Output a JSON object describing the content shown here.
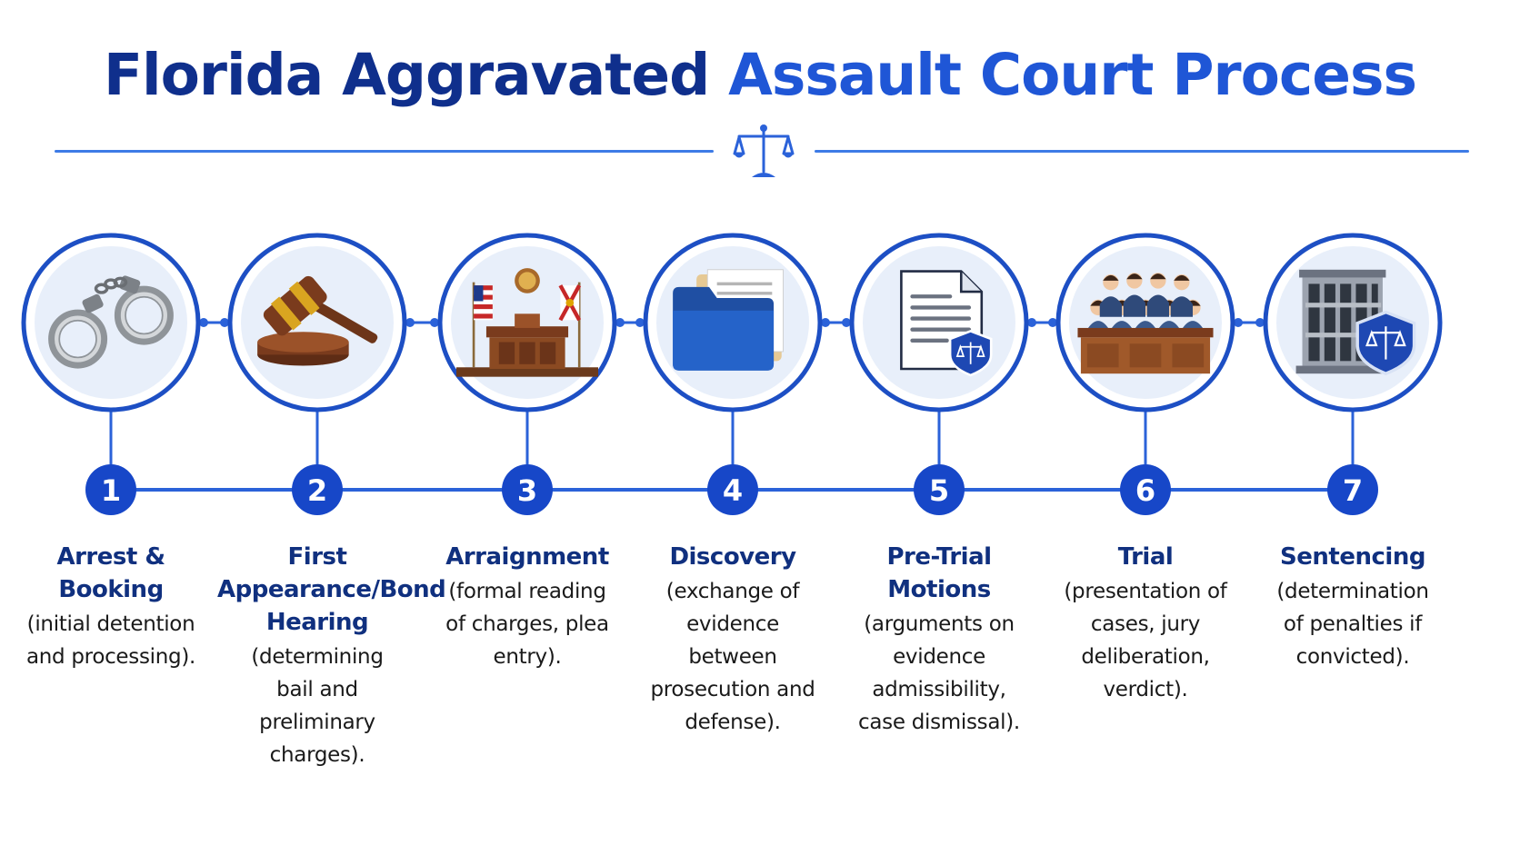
{
  "title": {
    "part1": "Florida Aggravated ",
    "part2": "Assault Court Process"
  },
  "title_icon": "scales-of-justice-icon",
  "colors": {
    "navy": "#0f2f8c",
    "blue": "#1f56d6",
    "line": "#2b62d9",
    "badge": "#1747c8",
    "ring_fill": "#e8effa"
  },
  "steps": [
    {
      "number": "1",
      "title": "Arrest & Booking",
      "description": "(initial detention and processing).",
      "icon": "handcuffs-icon"
    },
    {
      "number": "2",
      "title": "First Appearance/Bond Hearing",
      "description": "(determining bail and preliminary charges).",
      "icon": "gavel-icon"
    },
    {
      "number": "3",
      "title": "Arraignment",
      "description": "(formal reading of charges, plea entry).",
      "icon": "courtroom-bench-icon"
    },
    {
      "number": "4",
      "title": "Discovery",
      "description": "(exchange of evidence between prosecution and defense).",
      "icon": "file-folder-icon"
    },
    {
      "number": "5",
      "title": "Pre-Trial Motions",
      "description": "(arguments on evidence admissibility, case dismissal).",
      "icon": "legal-document-shield-icon"
    },
    {
      "number": "6",
      "title": "Trial",
      "description": "(presentation of cases, jury deliberation, verdict).",
      "icon": "jury-box-icon"
    },
    {
      "number": "7",
      "title": "Sentencing",
      "description": "(determination of penalties if convicted).",
      "icon": "jail-bars-shield-icon"
    }
  ]
}
